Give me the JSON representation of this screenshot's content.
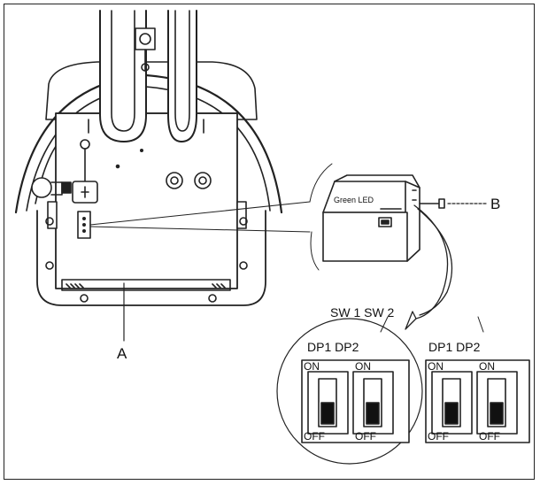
{
  "callouts": {
    "a": "A",
    "b": "B"
  },
  "module": {
    "led_label": "Green LED"
  },
  "switch_header": "SW 1 SW 2",
  "panels": [
    {
      "header": "DP1 DP2",
      "on": "ON",
      "off": "OFF"
    },
    {
      "header": "DP1 DP2",
      "on": "ON",
      "off": "OFF"
    }
  ]
}
